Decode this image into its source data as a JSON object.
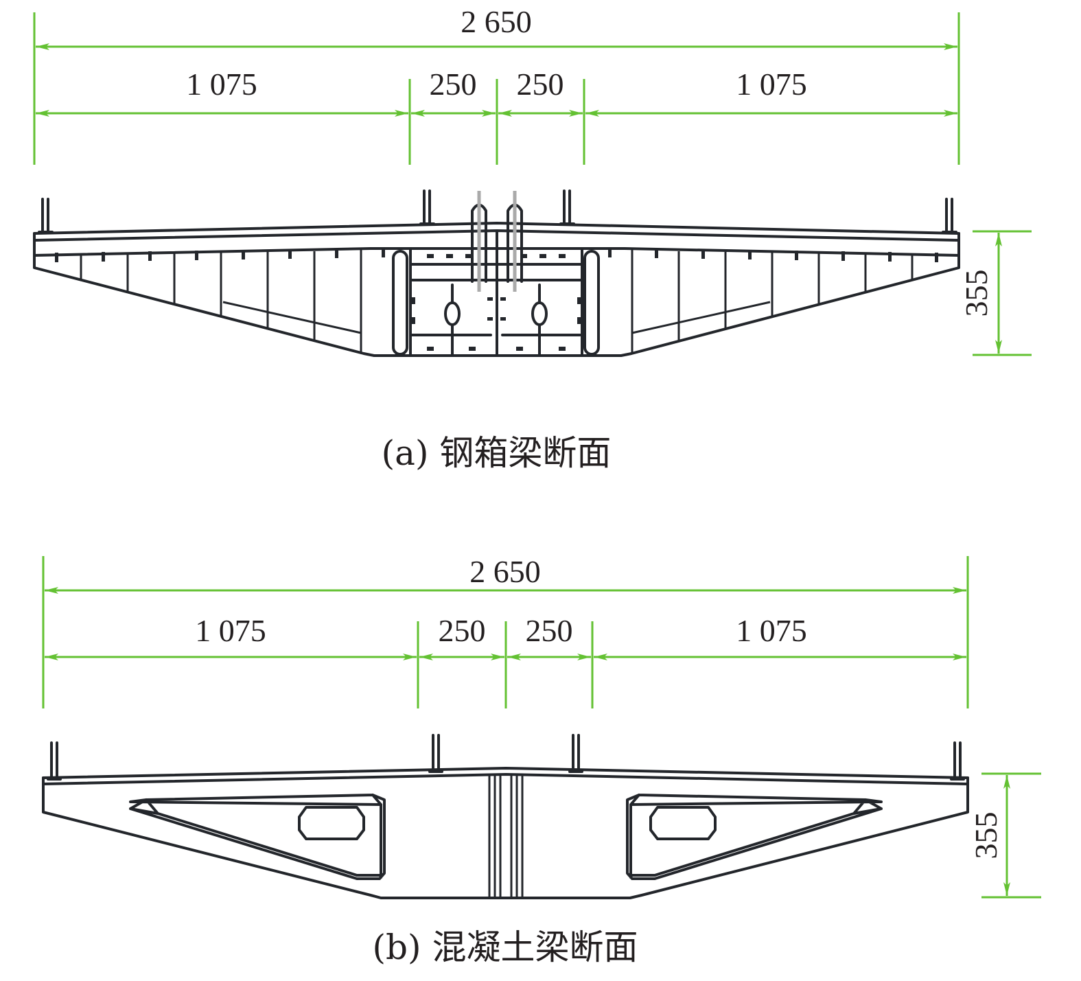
{
  "colors": {
    "dimension": "#63c132",
    "structure": "#23262b"
  },
  "panels": [
    {
      "caption": "(a) 钢箱梁断面",
      "total_width": "2 650",
      "segments": [
        "1 075",
        "250",
        "250",
        "1 075"
      ],
      "height": "355"
    },
    {
      "caption": "(b) 混凝土梁断面",
      "total_width": "2 650",
      "segments": [
        "1 075",
        "250",
        "250",
        "1 075"
      ],
      "height": "355"
    }
  ]
}
